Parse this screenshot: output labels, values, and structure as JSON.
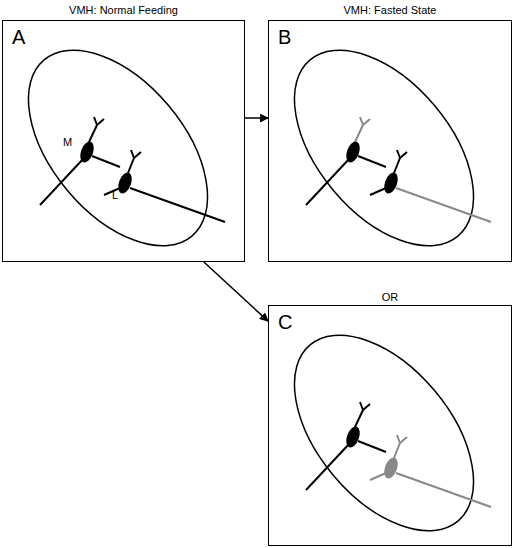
{
  "diagram": {
    "nodes": [
      {
        "text": [
          "VMH: Normal Feeding",
          "A"
        ]
      },
      {
        "text": [
          "VMH: Fasted State",
          "B"
        ]
      },
      {
        "text": [
          "OR",
          "C"
        ]
      }
    ],
    "edges": [
      {
        "from": 0,
        "to": 1,
        "arrow": "to"
      },
      {
        "from": 0,
        "to": 2,
        "arrow": "to"
      }
    ],
    "labels": [
      "M",
      "L"
    ]
  }
}
